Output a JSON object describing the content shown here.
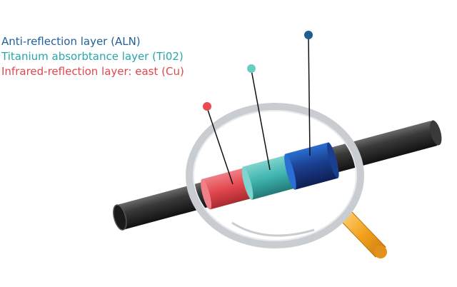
{
  "legend": {
    "items": [
      {
        "label": "Anti-reflection layer (ALN)",
        "color": "#1f5f9a"
      },
      {
        "label": "Titanium absorbtance layer (Ti02)",
        "color": "#2aa5a8"
      },
      {
        "label": "Infrared-reflection layer: east (Cu)",
        "color": "#e2474d"
      }
    ]
  },
  "layers": [
    {
      "name": "infrared-reflection-layer",
      "color": "#e2474d",
      "pin_color": "#e84a50"
    },
    {
      "name": "titanium-absorbtance-layer",
      "color": "#3fb3ad",
      "pin_color": "#6ccac4"
    },
    {
      "name": "anti-reflection-layer",
      "color": "#1b3f8f",
      "pin_color": "#1d5e93"
    }
  ],
  "colors": {
    "pipe": "#2a2a2a",
    "lens_rim": "#c9cdd1",
    "handle": "#f2a21c"
  }
}
